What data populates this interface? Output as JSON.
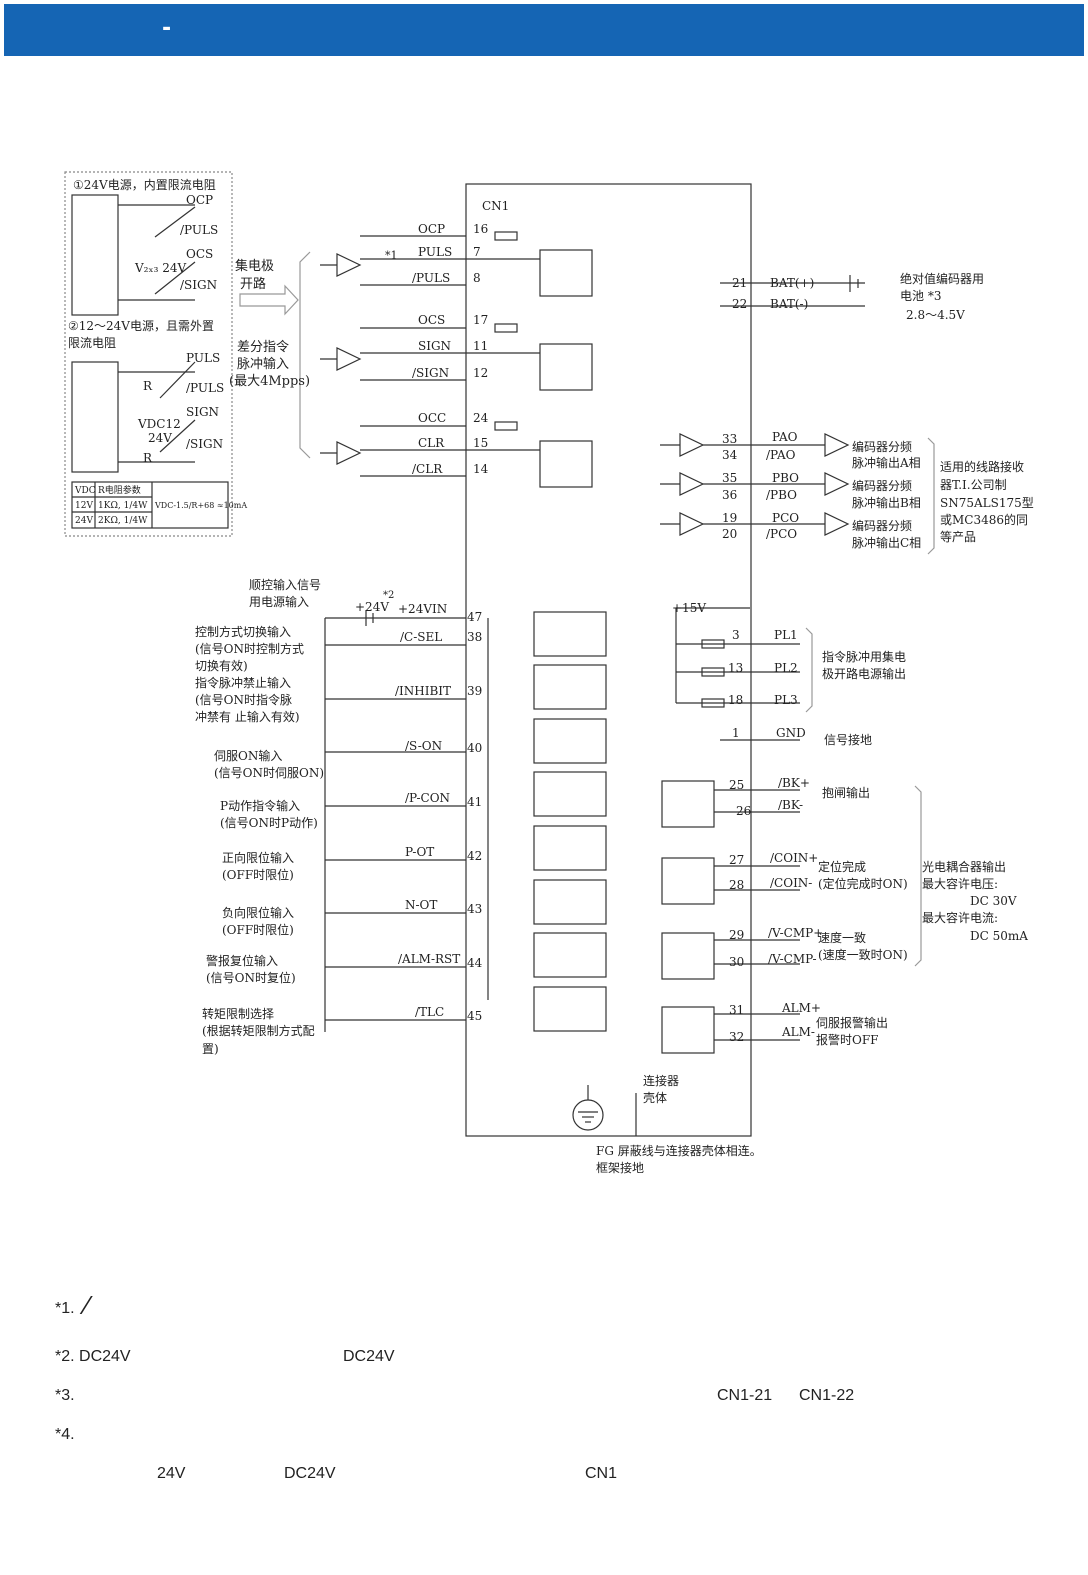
{
  "header": {
    "title": "-"
  },
  "left_box": {
    "item1": "①24V电源，内置限流电阻",
    "item2a": "②12～24V电源，且需外置",
    "item2b": "限流电阻",
    "sig_ocp": "OCP",
    "sig_puls_n": "/PULS",
    "sig_ocs": "OCS",
    "sig_sign_n": "/SIGN",
    "sig_puls": "PULS",
    "sig_sign": "SIGN",
    "vdc24": "V₂ₓ₃ 24V",
    "vdc12": "VDC12",
    "v24": "24V",
    "r": "R",
    "table_h1": "VDC",
    "table_h2": "R电阻参数",
    "row1_a": "12V",
    "row1_b": "1KΩ, 1/4W",
    "row2_a": "24V",
    "row2_b": "2KΩ, 1/4W",
    "formula": "VDC-1.5/R+68 ≈10mA"
  },
  "mid_labels": {
    "collector": "集电极",
    "collector2": "开路",
    "diff1": "差分指令",
    "diff2": "脉冲输入",
    "diff3": "(最大4Mpps)",
    "note1": "*1"
  },
  "cn1": {
    "title": "CN1",
    "rows": [
      {
        "sig": "OCP",
        "pin": "16"
      },
      {
        "sig": "PULS",
        "pin": "7"
      },
      {
        "sig": "/PULS",
        "pin": "8"
      },
      {
        "sig": "OCS",
        "pin": "17"
      },
      {
        "sig": "SIGN",
        "pin": "11"
      },
      {
        "sig": "/SIGN",
        "pin": "12"
      },
      {
        "sig": "OCC",
        "pin": "24"
      },
      {
        "sig": "CLR",
        "pin": "15"
      },
      {
        "sig": "/CLR",
        "pin": "14"
      }
    ]
  },
  "inputs": {
    "power_label1": "顺控输入信号",
    "power_label2": "用电源输入",
    "plus24v": "+24V",
    "note2": "*2",
    "plus24vin": "+24VIN",
    "pin47": "47",
    "rows": [
      {
        "desc1": "控制方式切换输入",
        "desc2": "(信号ON时控制方式",
        "desc3": "切换有效)",
        "sig": "/C-SEL",
        "pin": "38"
      },
      {
        "desc1": "指令脉冲禁止输入",
        "desc2": "(信号ON时指令脉",
        "desc3": "冲禁有  止输入有效)",
        "sig": "/INHIBIT",
        "pin": "39"
      },
      {
        "desc1": "伺服ON输入",
        "desc2": "(信号ON时伺服ON)",
        "desc3": "",
        "sig": "/S-ON",
        "pin": "40"
      },
      {
        "desc1": "P动作指令输入",
        "desc2": "(信号ON时P动作)",
        "desc3": "",
        "sig": "/P-CON",
        "pin": "41"
      },
      {
        "desc1": "正向限位输入",
        "desc2": "(OFF时限位)",
        "desc3": "",
        "sig": "P-OT",
        "pin": "42"
      },
      {
        "desc1": "负向限位输入",
        "desc2": "(OFF时限位)",
        "desc3": "",
        "sig": "N-OT",
        "pin": "43"
      },
      {
        "desc1": "警报复位输入",
        "desc2": "(信号ON时复位)",
        "desc3": "",
        "sig": "/ALM-RST",
        "pin": "44"
      },
      {
        "desc1": "转矩限制选择",
        "desc2": "(根据转矩限制方式配",
        "desc3": "置)",
        "sig": "/TLC",
        "pin": "45"
      }
    ]
  },
  "right": {
    "bat_plus": "BAT(+)",
    "bat_minus": "BAT(-)",
    "pin21": "21",
    "pin22": "22",
    "bat_desc1": "绝对值编码器用",
    "bat_desc2": "电池 *3",
    "bat_desc3": "2.8～4.5V",
    "enc": [
      {
        "pin_a": "33",
        "pin_b": "34",
        "sig_a": "PAO",
        "sig_b": "/PAO",
        "desc1": "编码器分频",
        "desc2": "脉冲输出A相"
      },
      {
        "pin_a": "35",
        "pin_b": "36",
        "sig_a": "PBO",
        "sig_b": "/PBO",
        "desc1": "编码器分频",
        "desc2": "脉冲输出B相"
      },
      {
        "pin_a": "19",
        "pin_b": "20",
        "sig_a": "PCO",
        "sig_b": "/PCO",
        "desc1": "编码器分频",
        "desc2": "脉冲输出C相"
      }
    ],
    "enc_note1": "适用的线路接收",
    "enc_note2": "器T.I.公司制",
    "enc_note3": "SN75ALS175型",
    "enc_note4": "或MC3486的同",
    "enc_note5": "等产品",
    "plus15v": "+15V",
    "pl": [
      {
        "pin": "3",
        "sig": "PL1"
      },
      {
        "pin": "13",
        "sig": "PL2"
      },
      {
        "pin": "18",
        "sig": "PL3"
      }
    ],
    "pl_desc1": "指令脉冲用集电",
    "pl_desc2": "极开路电源输出",
    "gnd_pin": "1",
    "gnd_sig": "GND",
    "gnd_desc": "信号接地",
    "outs": [
      {
        "pin_a": "25",
        "pin_b": "26",
        "sig_a": "/BK+",
        "sig_b": "/BK-",
        "desc1": "抱闸输出",
        "desc2": ""
      },
      {
        "pin_a": "27",
        "pin_b": "28",
        "sig_a": "/COIN+",
        "sig_b": "/COIN-",
        "desc1": "定位完成",
        "desc2": "(定位完成时ON)"
      },
      {
        "pin_a": "29",
        "pin_b": "30",
        "sig_a": "/V-CMP+",
        "sig_b": "/V-CMP-",
        "desc1": "速度一致",
        "desc2": "(速度一致时ON)"
      },
      {
        "pin_a": "31",
        "pin_b": "32",
        "sig_a": "ALM+",
        "sig_b": "ALM-",
        "desc1": "伺服报警输出",
        "desc2": "报警时OFF"
      }
    ],
    "opto1": "光电耦合器输出",
    "opto2": "最大容许电压:",
    "opto3": "DC 30V",
    "opto4": "最大容许电流:",
    "opto5": "DC 50mA",
    "shell1": "连接器",
    "shell2": "壳体",
    "fg1": "FG 屏蔽线与连接器壳体相连。",
    "fg2": "框架接地"
  },
  "notes": {
    "n1": "*1.",
    "n2a": "*2. DC24V",
    "n2b": "DC24V",
    "n3a": "*3.",
    "n3b": "CN1-21",
    "n3c": "CN1-22",
    "n4a": "*4.",
    "n4b": "24V",
    "n4c": "DC24V",
    "n4d": "CN1"
  }
}
